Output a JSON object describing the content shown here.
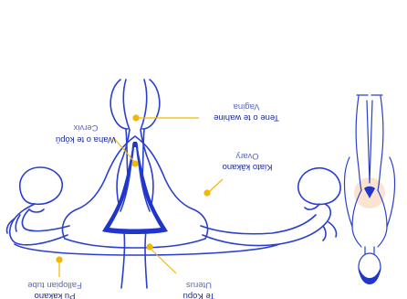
{
  "colors": {
    "outline": "#2a3fd0",
    "fill_dark": "#1f36c8",
    "label_main": "#1a2a9c",
    "label_sub": "#5a68b8",
    "marker": "#f2b705",
    "highlight": "#fbe4cf"
  },
  "labels": {
    "vagina": {
      "main": "Tene o te wahine",
      "sub": "Vagina"
    },
    "cervix": {
      "main": "Waha o te kōpū",
      "sub": "Cervix"
    },
    "ovary": {
      "main": "Kiato kākano",
      "sub": "Ovary"
    },
    "fallopian": {
      "main": "Pū kākano",
      "sub": "Fallopian tube"
    },
    "uterus": {
      "main": "Te Kōpū",
      "sub": "Uterus"
    }
  },
  "icons": {
    "figure": "female-body-figure-icon"
  }
}
